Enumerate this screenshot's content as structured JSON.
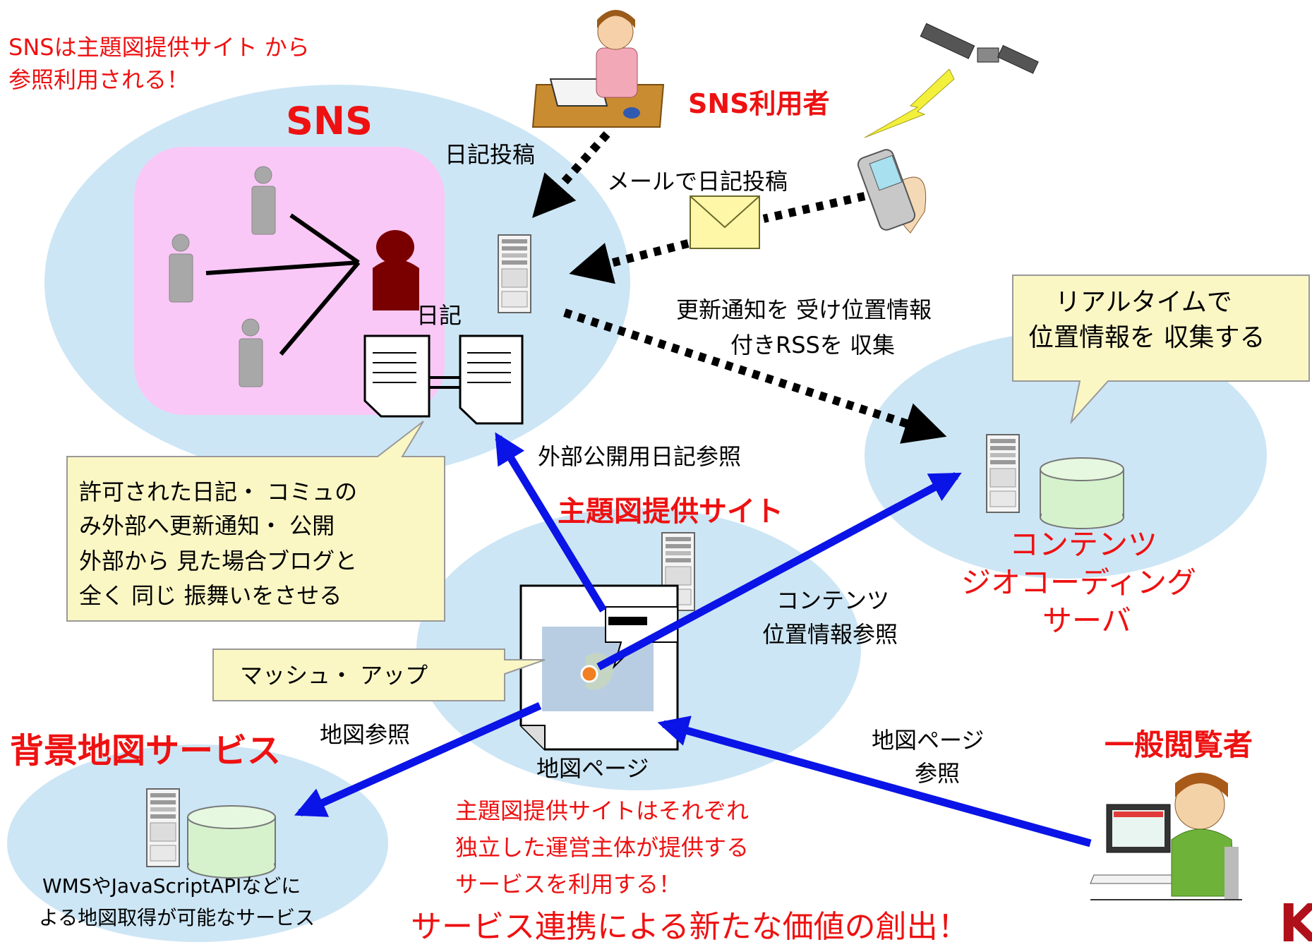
{
  "top_note": [
    "SNSは主題図提供サイト から",
    "参照利用される！"
  ],
  "sns_title": "SNS",
  "sns_user_label": "SNS利用者",
  "diary_post": "日記投稿",
  "mail_post": "メールで日記投稿",
  "diary_label": "日記",
  "rss_note": [
    "更新通知を 受け位置情報",
    "付きRSSを 収集"
  ],
  "realtime_callout": [
    "リアルタイムで",
    "位置情報を 収集する"
  ],
  "external_diary_ref": "外部公開用日記参照",
  "permit_callout": [
    "許可された日記・ コミュの",
    "み外部へ更新通知・ 公開",
    "外部から 見た場合ブログと",
    "全く 同じ 振舞いをさせる"
  ],
  "theme_site_label": "主題図提供サイト",
  "geocoding_label": [
    "コンテンツ",
    "ジオコーディング",
    "サーバ"
  ],
  "content_ref": [
    "コンテンツ",
    "位置情報参照"
  ],
  "mashup_label": "マッシュ・ アップ",
  "map_ref": "地図参照",
  "background_map_title": "背景地図サービス",
  "map_page_label": "地図ページ",
  "map_page_ref": [
    "地図ページ",
    "参照"
  ],
  "general_viewer_label": "一般閲覧者",
  "independent_note": [
    "主題図提供サイトはそれぞれ",
    "独立した運営主体が提供する",
    "サービスを利用する！"
  ],
  "wms_note": [
    "WMSやJavaScriptAPIなどに",
    "よる地図取得が可能なサービス"
  ],
  "bottom_title": "サービス連携による新たな価値の創出！",
  "logo_text": "KA",
  "colors": {
    "red": "#ee1111",
    "blue_arrow": "#0a14e6",
    "ellipse_blue": "#cde6f5",
    "pink_panel": "#f9c8f6",
    "callout_fill": "#fbf7c5",
    "envelope": "#fff7a8",
    "db_green": "#d5f2cc",
    "person_dark": "#7a0000"
  }
}
